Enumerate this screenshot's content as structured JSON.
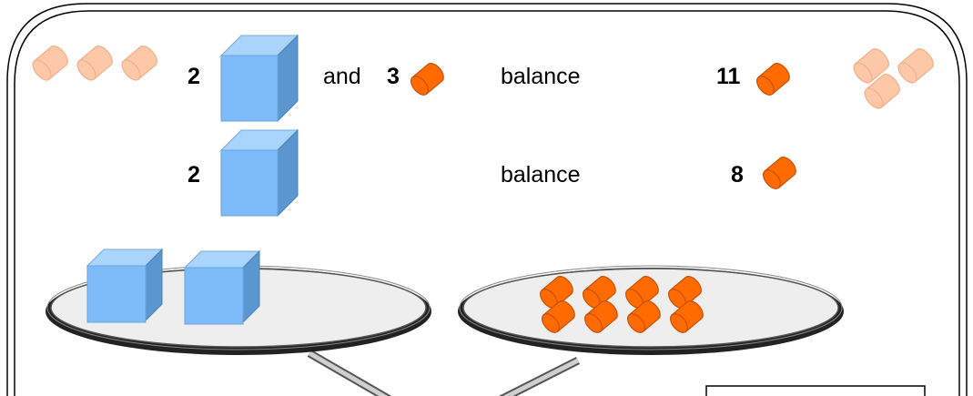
{
  "colors": {
    "cube": "#7dbcf8",
    "cube_top": "#a9d4fb",
    "cube_side": "#5b97cf",
    "counter": "#ff6b00",
    "counter_dark": "#c94f00",
    "counter_faded": "#fdc8a8",
    "pan": "#eeeeee",
    "rim": "#222222",
    "arm": "#bdbdbd"
  },
  "row1": {
    "left_count": "2",
    "joiner": "and",
    "extra_count": "3",
    "relation": "balance",
    "right_count": "11"
  },
  "row2": {
    "left_count": "2",
    "relation": "balance",
    "right_count": "8"
  },
  "scale": {
    "left_pan": {
      "cubes": 2
    },
    "right_pan": {
      "counters": 8
    }
  },
  "decorations": {
    "left_faded_counters": 3,
    "right_faded_counters": 3
  }
}
